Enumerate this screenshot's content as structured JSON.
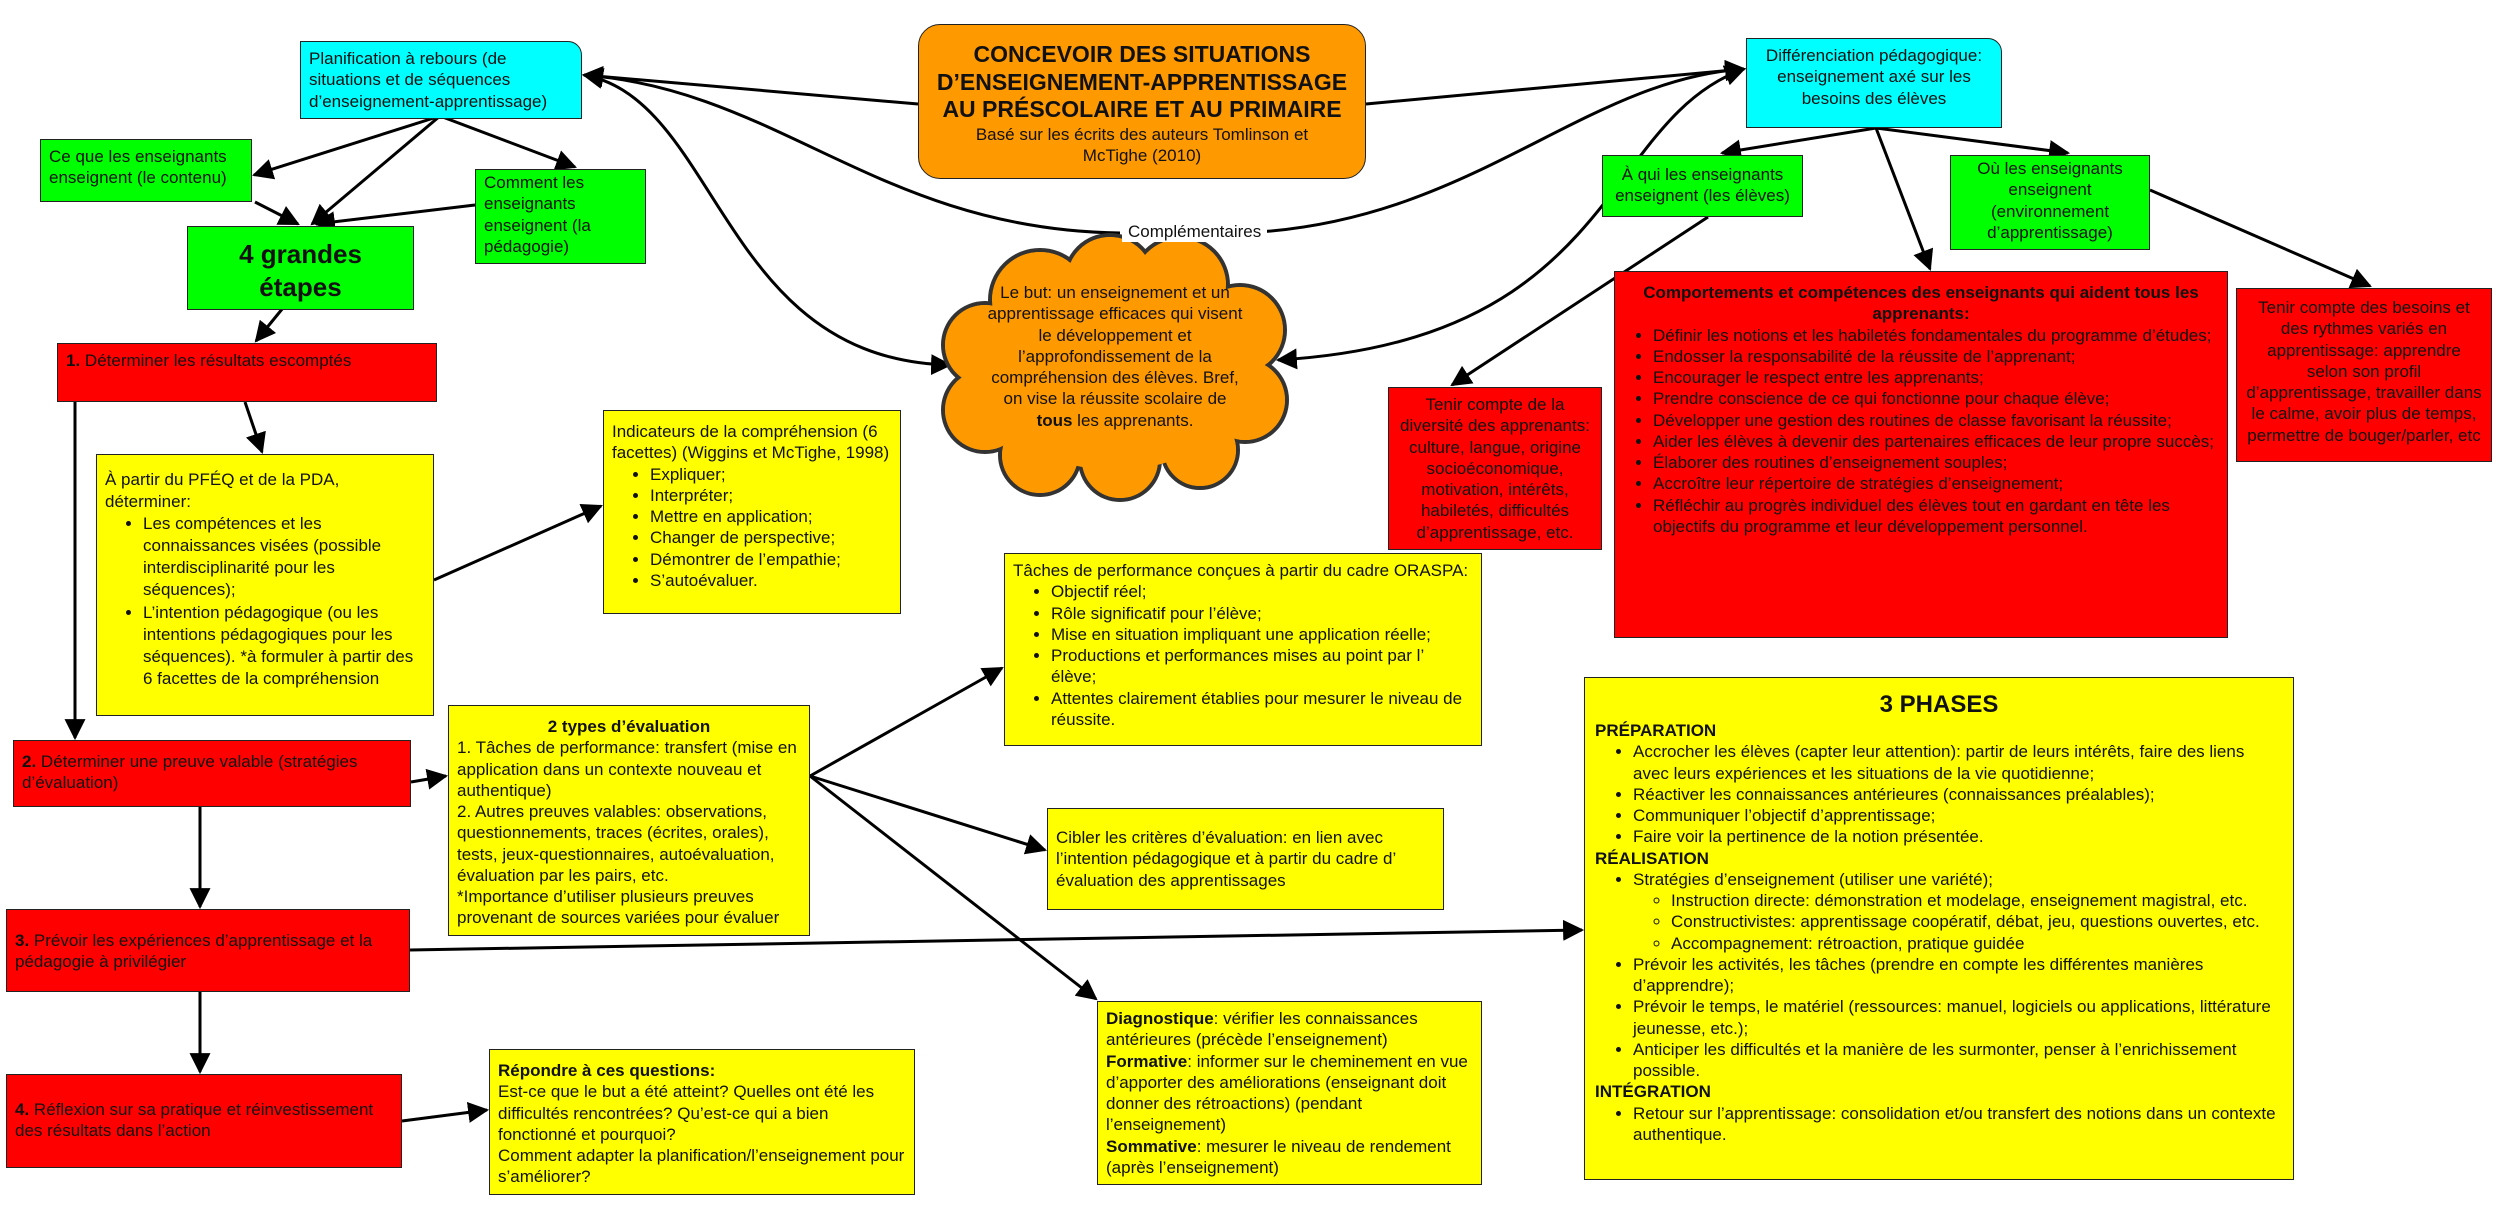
{
  "title": {
    "line1": "CONCEVOIR DES SITUATIONS",
    "line2": "D’ENSEIGNEMENT-APPRENTISSAGE",
    "line3": "AU PRÉSCOLAIRE ET AU PRIMAIRE",
    "subtitle": "Basé sur les écrits des auteurs Tomlinson et McTighe (2010)"
  },
  "planification": "Planification à rebours (de situations et de séquences d’enseignement-apprentissage)",
  "differenciation": "Différenciation pédagogique: enseignement axé sur les besoins des élèves",
  "complementaires": "Complémentaires",
  "ce_que": "Ce que les enseignants enseignent (le contenu)",
  "comment": "Comment les enseignants enseignent (la pédagogie)",
  "grandes_etapes": "4 grandes étapes",
  "cloud": {
    "before": "Le but: un enseignement et un apprentissage efficaces qui visent le développement et l’approfondissement de la compréhension des élèves. Bref, on vise la réussite scolaire de ",
    "bold": "tous",
    "after": " les apprenants."
  },
  "steps": [
    {
      "num": "1.",
      "text": " Déterminer les résultats escomptés"
    },
    {
      "num": "2.",
      "text": "  Déterminer une preuve valable (stratégies d’évaluation)"
    },
    {
      "num": "3.",
      "text": " Prévoir les expériences d’apprentissage et la pédagogie à privilégier"
    },
    {
      "num": "4.",
      "text": " Réflexion sur sa pratique et réinvestissement des résultats dans l’action"
    }
  ],
  "pfeq": {
    "intro": "À partir du PFÉQ et de la PDA, déterminer:",
    "items": [
      "Les compétences et les connaissances visées  (possible interdisciplinarité pour les séquences);",
      "L’intention pédagogique (ou les intentions pédagogiques pour les séquences). *à formuler à partir des 6 facettes de la compréhension"
    ]
  },
  "indicateurs": {
    "intro": "Indicateurs de la compréhension (6 facettes) (Wiggins et McTighe, 1998)",
    "items": [
      "Expliquer;",
      "Interpréter;",
      "Mettre en application;",
      "Changer de perspective;",
      "Démontrer de l’empathie;",
      "S’autoévaluer."
    ]
  },
  "evaluation": {
    "heading": "2 types d’évaluation",
    "p1": "1. Tâches de performance: transfert (mise en application dans un contexte nouveau et authentique)",
    "p2": "2. Autres preuves valables: observations, questionnements, traces (écrites, orales), tests, jeux-questionnaires, autoévaluation, évaluation par les pairs, etc.",
    "p3": "*Importance d’utiliser plusieurs preuves provenant de sources variées pour évaluer"
  },
  "taches": {
    "intro": "Tâches de performance conçues  à partir du cadre ORASPA:",
    "items": [
      "Objectif réel;",
      "Rôle significatif pour l’élève;",
      "Mise en situation impliquant une application réelle;",
      "Productions et performances mises au point par l’ élève;",
      "Attentes clairement établies pour mesurer le niveau de réussite."
    ]
  },
  "cibler": "Cibler les critères d’évaluation: en lien avec l’intention pédagogique et à partir du cadre d’ évaluation des apprentissages",
  "diagnostique": [
    {
      "label": "Diagnostique",
      "text": ": vérifier les connaissances antérieures (précède l’enseignement)"
    },
    {
      "label": "Formative",
      "text": ": informer sur le cheminement en vue d’apporter des améliorations (enseignant doit donner des rétroactions) (pendant l’enseignement)"
    },
    {
      "label": "Sommative",
      "text": ": mesurer le niveau de rendement (après l’enseignement)"
    }
  ],
  "repondre": {
    "heading": "Répondre à ces questions:",
    "p1": "Est-ce que le but a été atteint? Quelles ont été les difficultés rencontrées? Qu’est-ce qui a bien fonctionné et pourquoi?",
    "p2": "Comment adapter la planification/l’enseignement pour s’améliorer?"
  },
  "a_qui": "À qui les enseignants enseignent (les élèves)",
  "ou": "Où les enseignants enseignent (environnement d’apprentissage)",
  "diversite": "Tenir compte de la diversité des apprenants: culture, langue, origine socioéconomique, motivation, intérêts, habiletés, difficultés d’apprentissage, etc.",
  "besoins": "Tenir compte des besoins et des rythmes variés en apprentissage: apprendre selon son profil d’apprentissage, travailler dans le calme, avoir plus de temps, permettre de bouger/parler, etc",
  "comportements": {
    "heading": "Comportements et compétences des enseignants qui aident tous les apprenants:",
    "items": [
      "Définir les notions et les habiletés fondamentales du programme d’études;",
      "Endosser la responsabilité de la réussite de l’apprenant;",
      "Encourager le respect entre les apprenants;",
      "Prendre conscience de ce qui fonctionne pour chaque élève;",
      "Développer une gestion des routines de classe favorisant la réussite;",
      "Aider les élèves à devenir des partenaires efficaces de leur propre succès;",
      "Élaborer des routines d’enseignement souples;",
      "Accroître leur répertoire de stratégies d’enseignement;",
      "Réfléchir au progrès individuel des élèves tout en gardant en tête les objectifs du programme et leur développement personnel."
    ]
  },
  "phases": {
    "heading": "3 PHASES",
    "preparation": {
      "title": "PRÉPARATION",
      "items": [
        "Accrocher les élèves (capter leur attention): partir de leurs intérêts, faire des liens avec leurs expériences et les situations de la vie quotidienne;",
        "Réactiver les connaissances antérieures (connaissances préalables);",
        "Communiquer l’objectif d’apprentissage;",
        "Faire voir la pertinence de la notion présentée."
      ]
    },
    "realisation": {
      "title": "RÉALISATION",
      "strategies": "Stratégies d’enseignement (utiliser une variété);",
      "sub": [
        "Instruction directe: démonstration et modelage, enseignement magistral, etc.",
        "Constructivistes: apprentissage coopératif, débat, jeu, questions ouvertes, etc.",
        "Accompagnement: rétroaction, pratique guidée"
      ],
      "items": [
        "Prévoir les activités, les tâches (prendre en compte les différentes manières d’apprendre);",
        "Prévoir le temps, le matériel (ressources: manuel, logiciels ou applications, littérature jeunesse, etc.);",
        "Anticiper les difficultés et la manière de les surmonter, penser à l’enrichissement possible."
      ]
    },
    "integration": {
      "title": "INTÉGRATION",
      "items": [
        "Retour sur l’apprentissage: consolidation et/ou transfert des notions dans un contexte authentique."
      ]
    }
  },
  "colors": {
    "cyan": "#00FFFF",
    "green": "#00FF00",
    "red": "#FF0000",
    "yellow": "#FFFF00",
    "orange": "#FF9900"
  }
}
